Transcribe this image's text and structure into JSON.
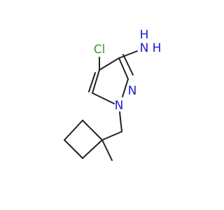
{
  "molecule": {
    "atoms": {
      "cl": {
        "text": "Cl"
      },
      "n_amine": {
        "text": "N"
      },
      "h_amine_1": {
        "text": "H"
      },
      "h_amine_2": {
        "text": "H"
      },
      "n2": {
        "text": "N"
      },
      "n1": {
        "text": "N"
      }
    },
    "colors": {
      "chlorine": "#3c9b28",
      "nitrogen": "#1c1ccc",
      "bond": "#222222"
    }
  }
}
